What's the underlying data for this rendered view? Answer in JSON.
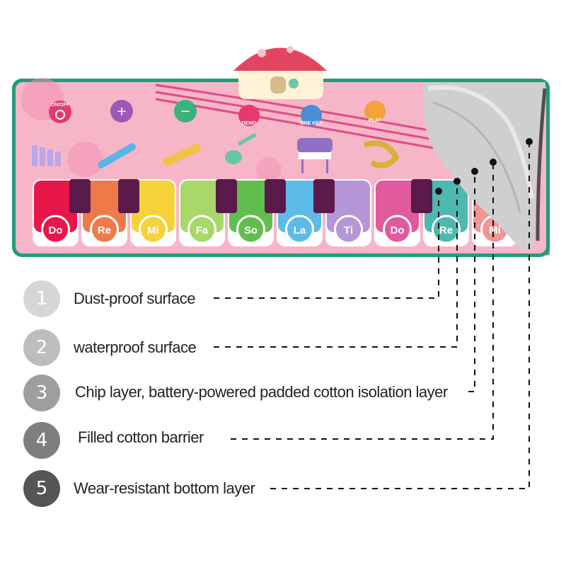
{
  "keys": [
    "Do",
    "Re",
    "Mi",
    "Fa",
    "So",
    "La",
    "Ti",
    "Do",
    "Re",
    "Mi"
  ],
  "mat_buttons": {
    "on_off": "ON/OFF",
    "demo": "DEMO",
    "one_key": "ONE KEY",
    "play": "PLAY"
  },
  "layers": [
    {
      "number": "1",
      "label": "Dust-proof surface",
      "color": "#d6d6d6"
    },
    {
      "number": "2",
      "label": "waterproof surface",
      "color": "#bdbdbd"
    },
    {
      "number": "3",
      "label": "Chip layer, battery-powered padded cotton isolation layer",
      "color": "#9e9e9e"
    },
    {
      "number": "4",
      "label": "Filled cotton barrier",
      "color": "#7e7e7e"
    },
    {
      "number": "5",
      "label": "Wear-resistant bottom layer",
      "color": "#555555"
    }
  ],
  "colors": {
    "mat_bg": "#f7b6c8",
    "mat_border": "#1f9c7c",
    "bottom_layer": "#8c8c8c",
    "key_colors": [
      "#e8174a",
      "#ee7a4a",
      "#f5d23a",
      "#a8d86a",
      "#62bd4f",
      "#5dbbe8",
      "#b596d6",
      "#e05a9c",
      "#4cb8b0",
      "#f19595"
    ]
  }
}
